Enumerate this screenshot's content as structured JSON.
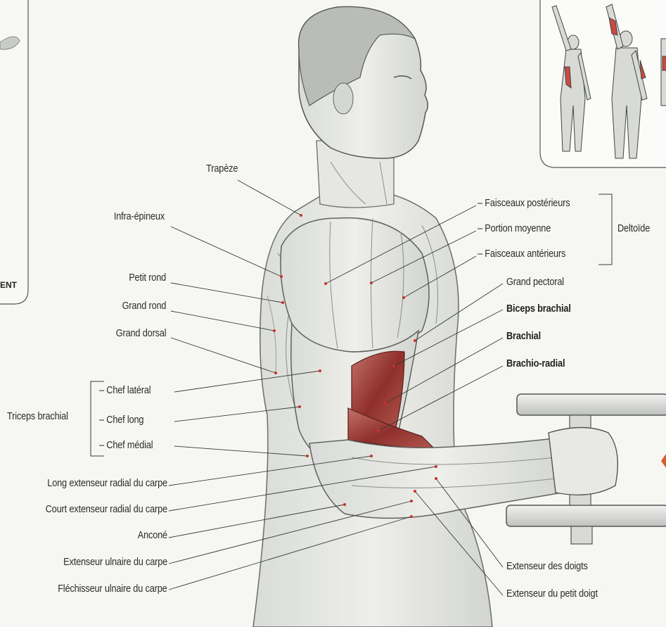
{
  "labels": {
    "trapeze": "Trapèze",
    "infra_epineux": "Infra-épineux",
    "petit_rond": "Petit rond",
    "grand_rond": "Grand rond",
    "grand_dorsal": "Grand dorsal",
    "triceps_group": "Triceps brachial",
    "chef_lateral": "– Chef latéral",
    "chef_long": "– Chef long",
    "chef_medial": "– Chef médial",
    "long_ext_radial": "Long extenseur radial du carpe",
    "court_ext_radial": "Court extenseur radial du carpe",
    "ancone": "Anconé",
    "ext_ulnaire": "Extenseur ulnaire du carpe",
    "flech_ulnaire": "Fléchisseur ulnaire du carpe",
    "faisceaux_post": "– Faisceaux postérieurs",
    "portion_moyenne": "– Portion moyenne",
    "faisceaux_ant": "– Faisceaux antérieurs",
    "deltoide_group": "Deltoïde",
    "grand_pectoral": "Grand pectoral",
    "biceps_brachial": "Biceps brachial",
    "brachial": "Brachial",
    "brachio_radial": "Brachio-radial",
    "ext_doigts": "Extenseur des doigts",
    "ext_petit_doigt": "Extenseur du petit doigt"
  },
  "left_inset_fragment": "ENT",
  "colors": {
    "target_muscle": "#9b3b36",
    "leader_line": "#3a3a3a",
    "marker_dot": "#c7332b",
    "inset_border": "#555555"
  }
}
